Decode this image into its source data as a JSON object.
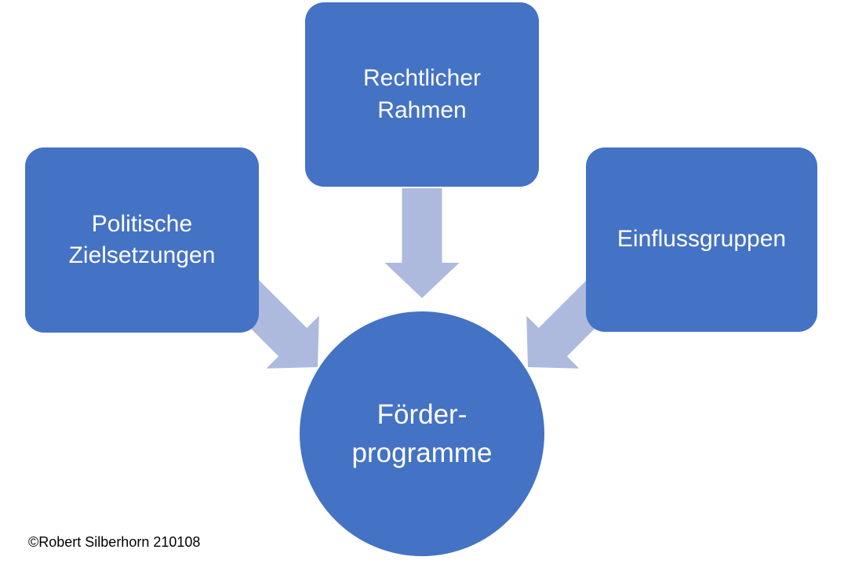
{
  "diagram": {
    "type": "converging-radial",
    "colors": {
      "background": "#ffffff",
      "node_fill": "#4472c4",
      "arrow_fill": "#aeb9de",
      "node_text": "#ffffff",
      "footer_text": "#000000"
    },
    "nodes": {
      "left": {
        "label": "Politische\nZielsetzungen"
      },
      "top": {
        "label": "Rechtlicher\nRahmen"
      },
      "right": {
        "label": "Einflussgruppen"
      },
      "center": {
        "label": "Förder-\nprogramme"
      }
    },
    "arrows": [
      {
        "name": "arrow-down",
        "from": "top",
        "to": "center"
      },
      {
        "name": "arrow-down-right",
        "from": "left",
        "to": "center"
      },
      {
        "name": "arrow-down-left",
        "from": "right",
        "to": "center"
      }
    ],
    "footer": {
      "copyright": "©Robert Silberhorn 210108"
    }
  }
}
